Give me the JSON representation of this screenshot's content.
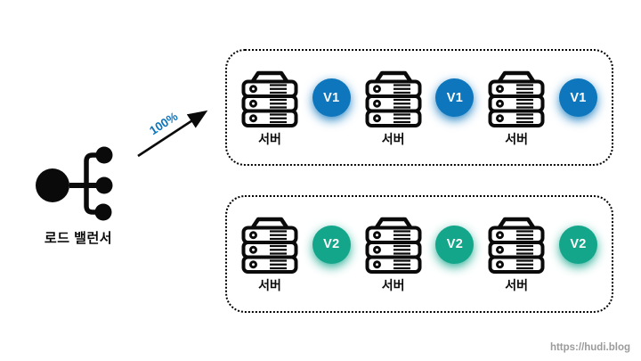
{
  "page": {
    "background": "#ffffff",
    "watermark": "https://hudi.blog",
    "watermark_color": "#9b9b9b"
  },
  "load_balancer": {
    "label": "로드 밸런서",
    "icon": "load-balancer-icon",
    "color": "#0a0a0a"
  },
  "arrow": {
    "label": "100%",
    "label_color": "#0d76bd",
    "line_color": "#0a0a0a",
    "direction": "up-right"
  },
  "groups": [
    {
      "name": "v1-server-group",
      "badge": "V1",
      "badge_color": "#0d76bd",
      "servers": [
        {
          "label": "서버",
          "icon": "server-icon"
        },
        {
          "label": "서버",
          "icon": "server-icon"
        },
        {
          "label": "서버",
          "icon": "server-icon"
        }
      ]
    },
    {
      "name": "v2-server-group",
      "badge": "V2",
      "badge_color": "#14a68b",
      "servers": [
        {
          "label": "서버",
          "icon": "server-icon"
        },
        {
          "label": "서버",
          "icon": "server-icon"
        },
        {
          "label": "서버",
          "icon": "server-icon"
        }
      ]
    }
  ]
}
